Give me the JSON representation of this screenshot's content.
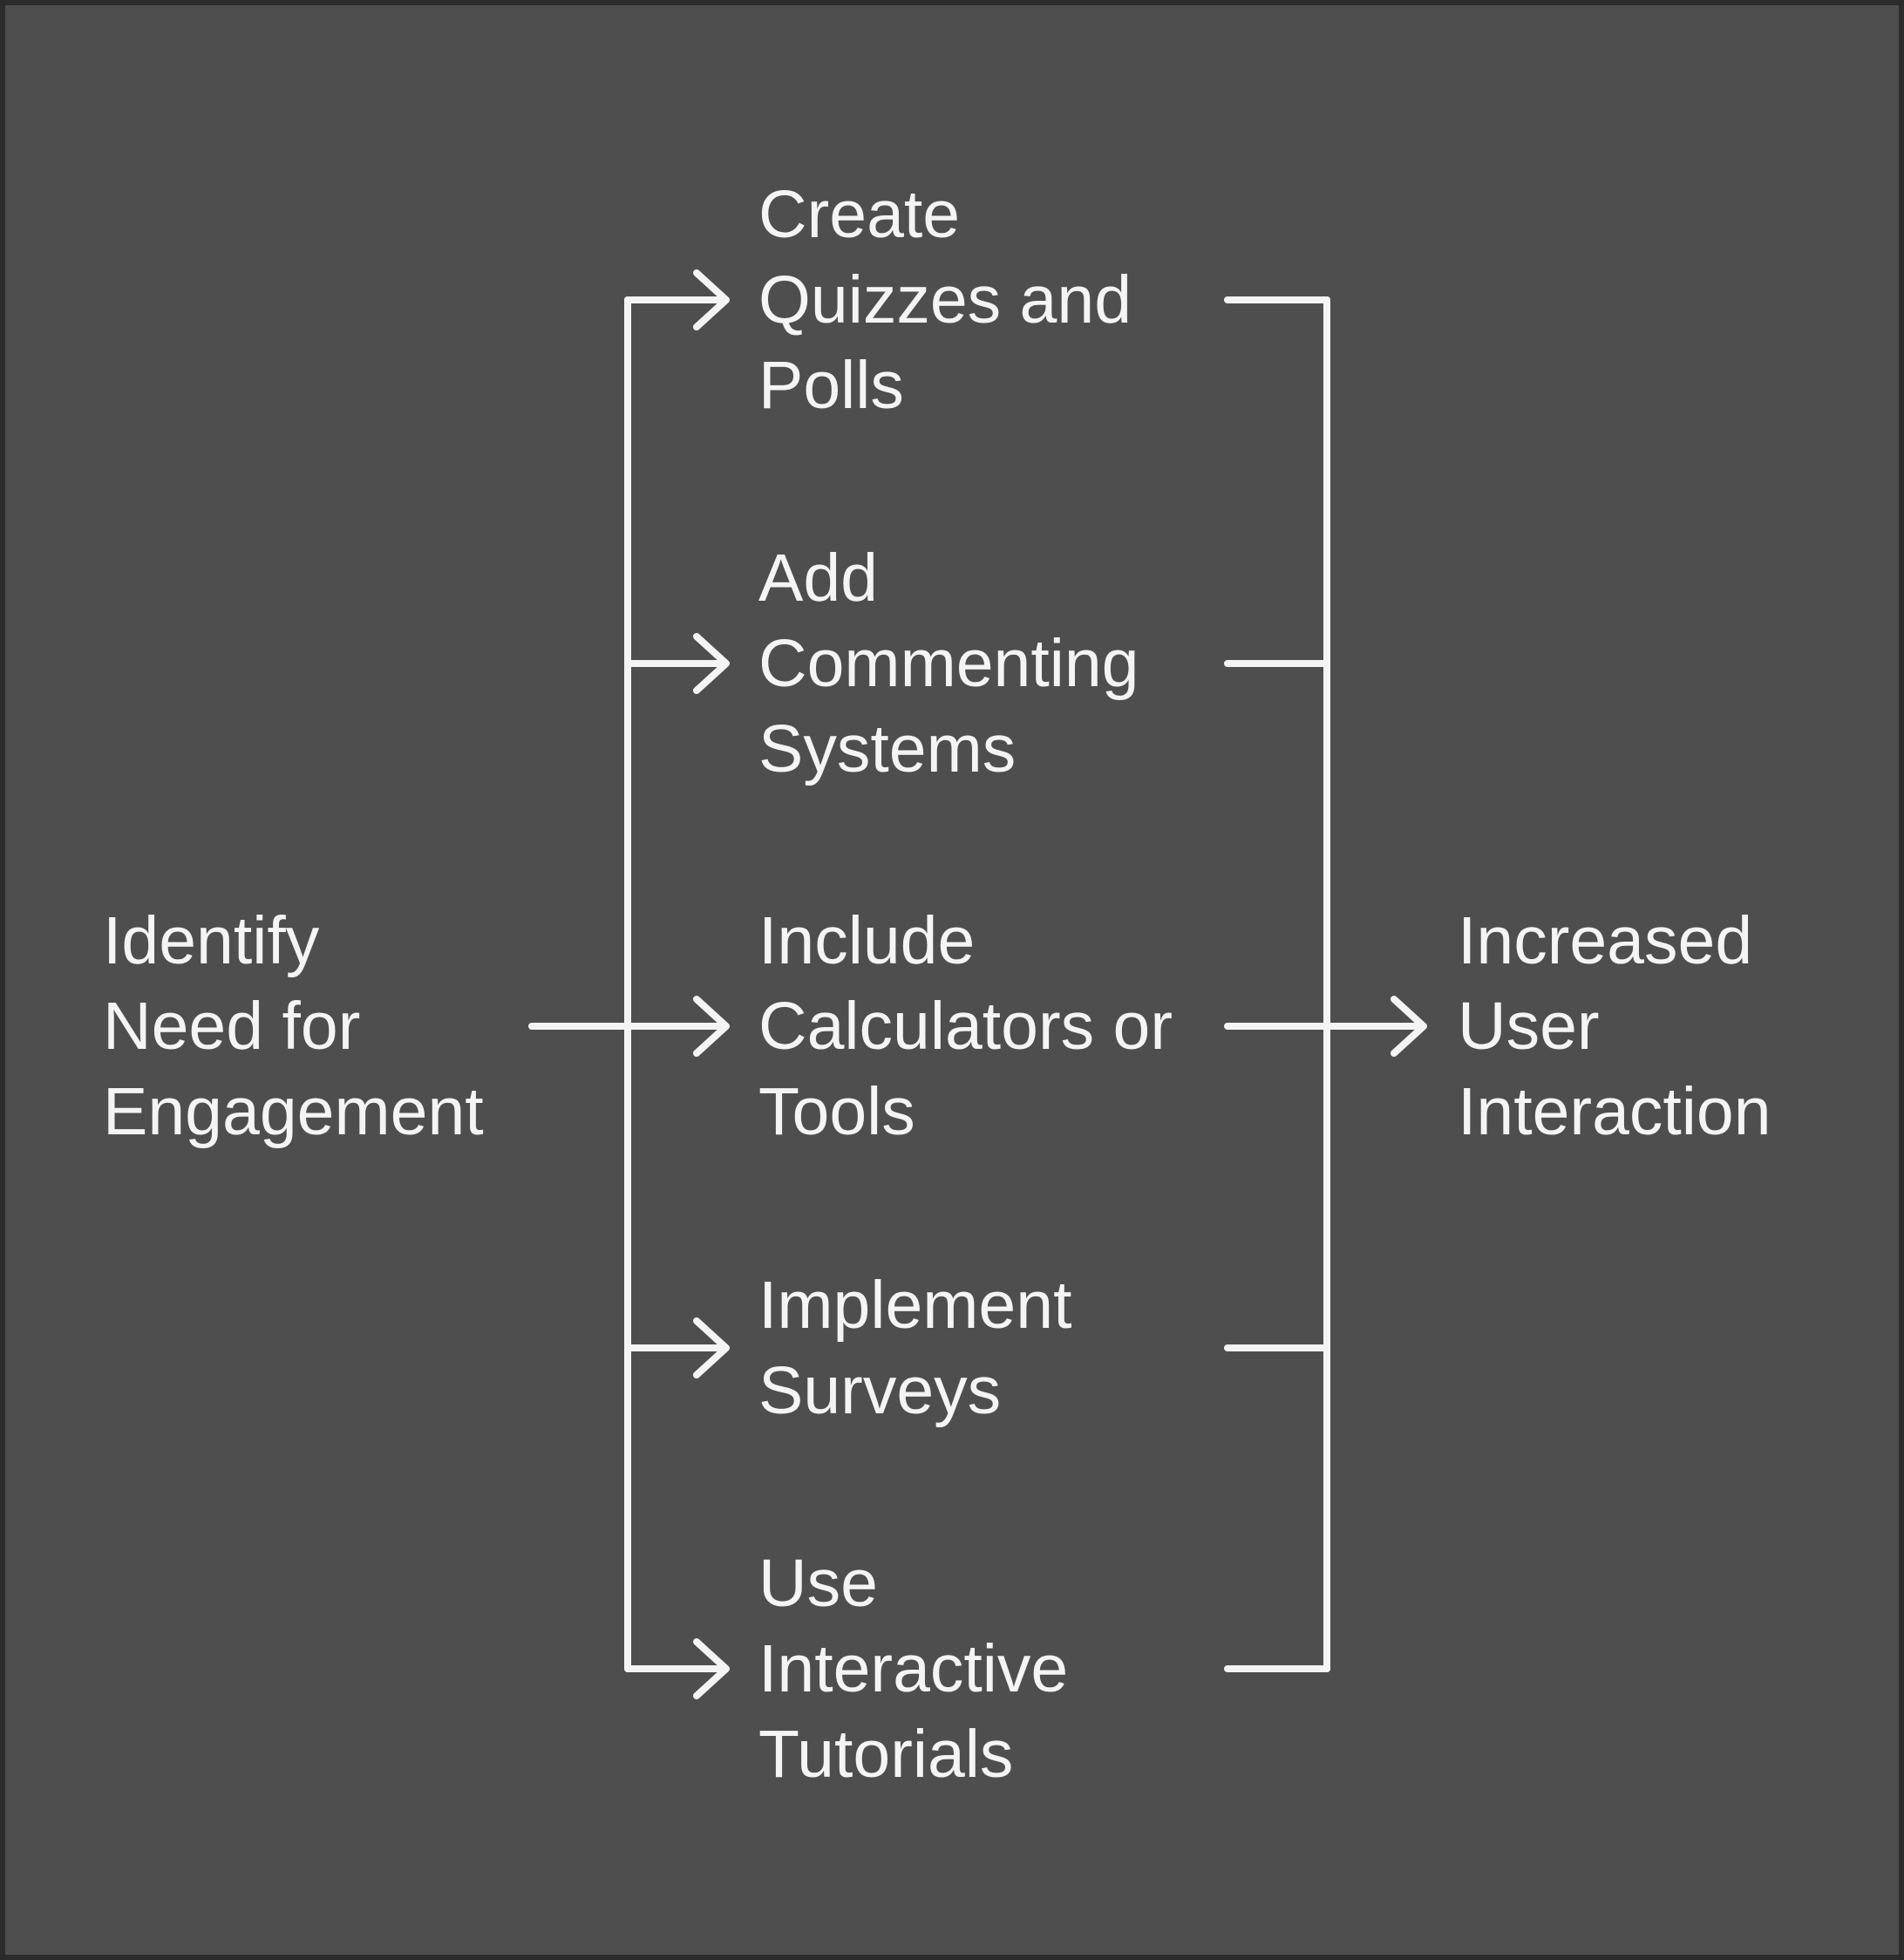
{
  "canvas": {
    "background_color": "#4E4E4E",
    "frame_color": "#2B2B2B",
    "line_color": "#F4F4F4",
    "text_color": "#F4F4F4"
  },
  "diagram": {
    "type": "flowchart",
    "direction": "left-to-right",
    "source": {
      "label": "Identify\nNeed for\nEngagement"
    },
    "branches": [
      {
        "label": "Create\nQuizzes and\nPolls"
      },
      {
        "label": "Add\nCommenting\nSystems"
      },
      {
        "label": "Include\nCalculators or\nTools"
      },
      {
        "label": "Implement\nSurveys"
      },
      {
        "label": "Use\nInteractive\nTutorials"
      }
    ],
    "sink": {
      "label": "Increased\nUser\nInteraction"
    }
  }
}
